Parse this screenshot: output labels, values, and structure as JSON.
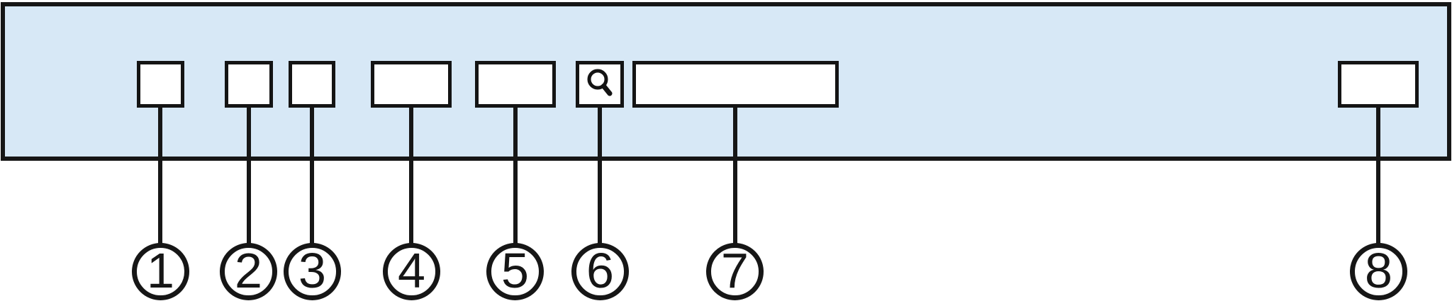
{
  "figure": {
    "bar_fill_color": "#d7e8f6",
    "line_color": "#161616",
    "slot_fill_color": "#ffffff",
    "search_icon": "magnifying-glass"
  },
  "callouts": [
    {
      "number": "1"
    },
    {
      "number": "2"
    },
    {
      "number": "3"
    },
    {
      "number": "4"
    },
    {
      "number": "5"
    },
    {
      "number": "6"
    },
    {
      "number": "7"
    },
    {
      "number": "8"
    }
  ]
}
